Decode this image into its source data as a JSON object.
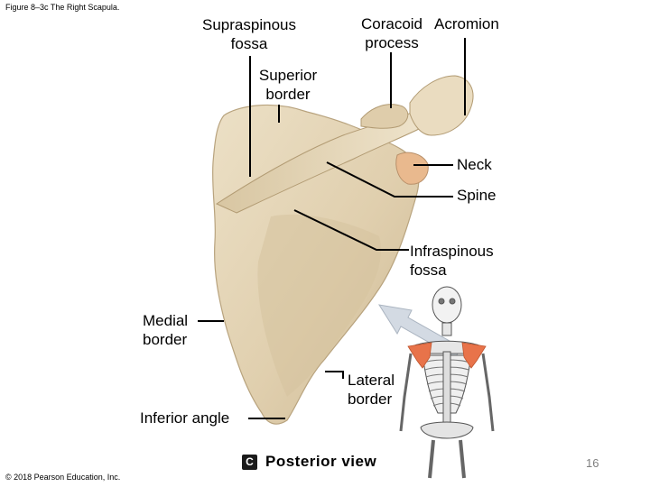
{
  "figure_title": "Figure 8–3c The Right Scapula.",
  "labels": {
    "supraspinous": [
      "Supraspinous",
      "fossa"
    ],
    "coracoid": [
      "Coracoid",
      "process"
    ],
    "acromion": "Acromion",
    "superior_border": [
      "Superior",
      "border"
    ],
    "neck": "Neck",
    "spine": "Spine",
    "infraspinous": [
      "Infraspinous",
      "fossa"
    ],
    "medial_border": [
      "Medial",
      "border"
    ],
    "lateral_border": [
      "Lateral",
      "border"
    ],
    "inferior_angle": "Inferior angle"
  },
  "view_badge": "C",
  "view_label": "Posterior view",
  "copyright": "© 2018 Pearson Education, Inc.",
  "page_number": "16",
  "colors": {
    "bone": "#e2d3b5",
    "bone_shadow": "#c9b48f",
    "scapula_highlight": "#e8734a",
    "arrow": "#cfd6df"
  }
}
